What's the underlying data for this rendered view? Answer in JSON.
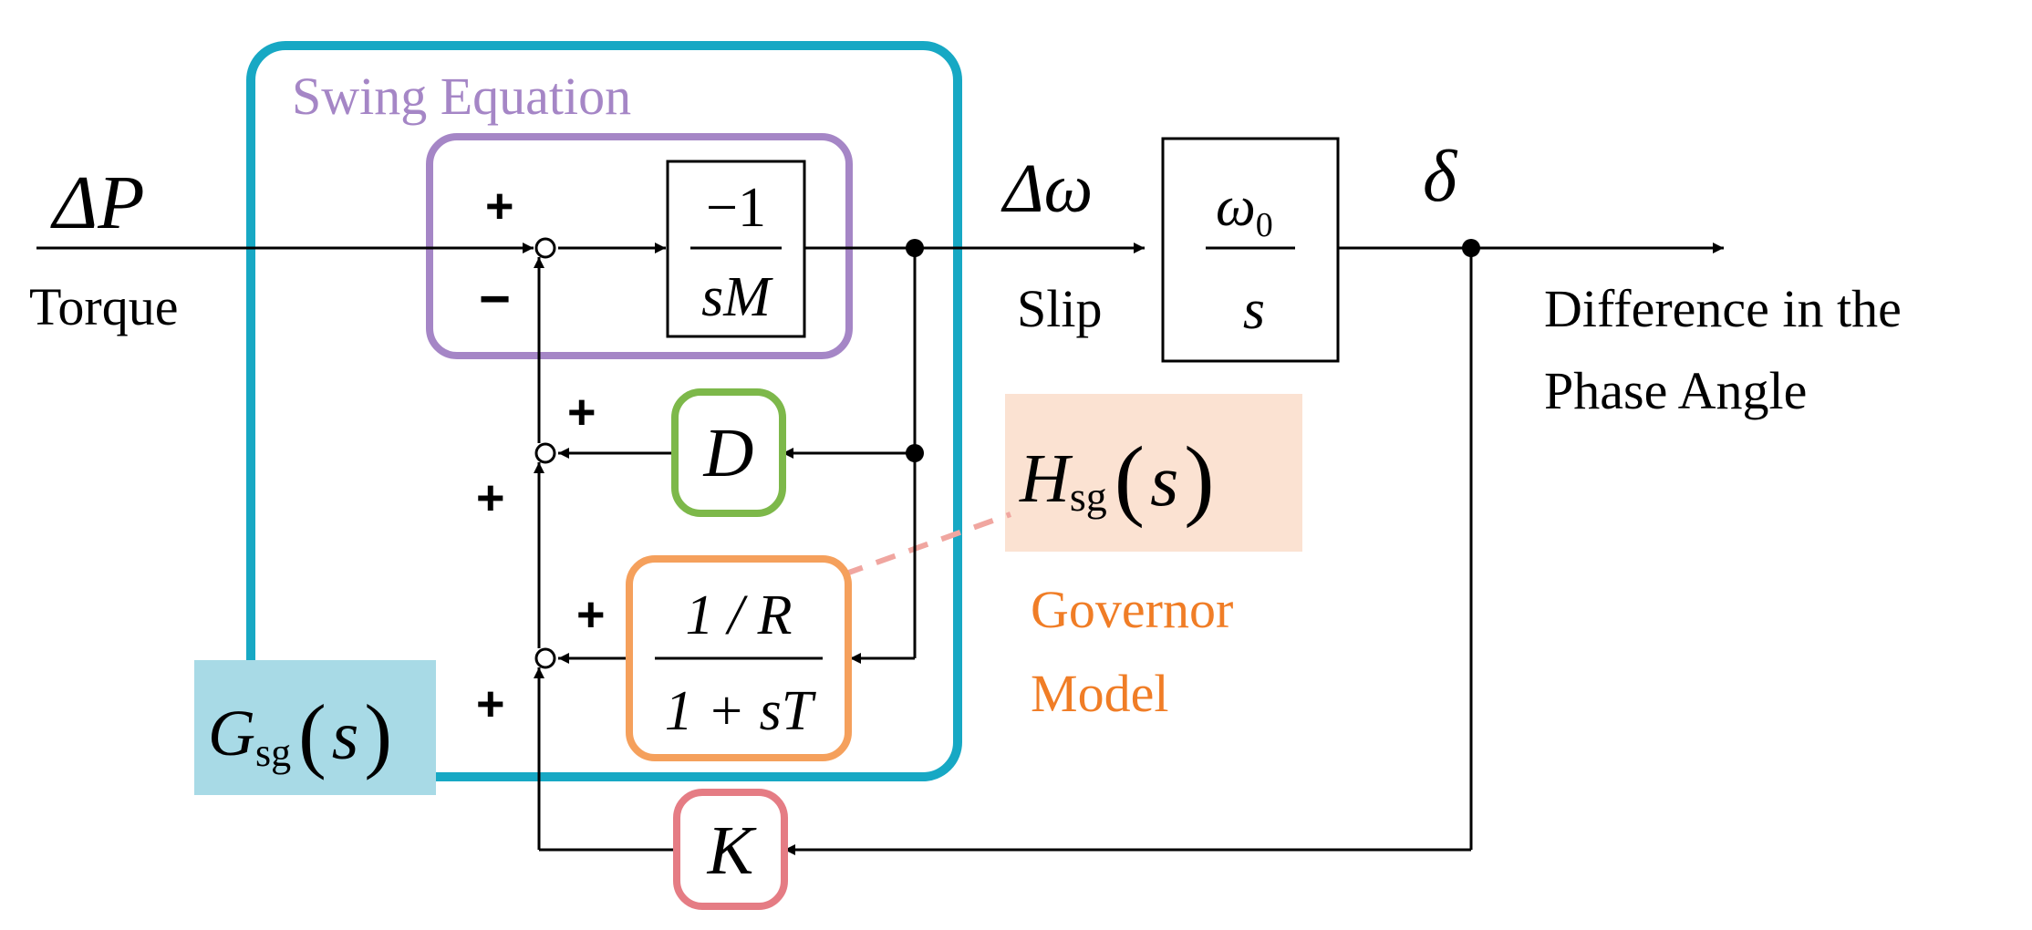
{
  "colors": {
    "gsg_frame": "#17a8c4",
    "gsg_fill": "#a8dae6",
    "swing": "#a586c6",
    "damping": "#7db84a",
    "governor": "#f5a05c",
    "governor_label": "#f07d26",
    "hsg_fill": "#fbe2d2",
    "stiffness": "#e57c84",
    "dash": "#f0a6a0",
    "ink": "#000000"
  },
  "labels": {
    "swing_equation": "Swing Equation",
    "delta_p": "ΔP",
    "torque": "Torque",
    "delta_omega": "Δω",
    "slip": "Slip",
    "delta": "δ",
    "phase_line1": "Difference in the",
    "phase_line2": "Phase Angle",
    "governor_line1": "Governor",
    "governor_line2": "Model",
    "gsg_main": "G",
    "gsg_sub": "sg",
    "gsg_arg": "s",
    "hsg_main": "H",
    "hsg_sub": "sg",
    "hsg_arg": "s"
  },
  "blocks": {
    "inertia": {
      "numerator": "−1",
      "denominator": "sM"
    },
    "integrator": {
      "numerator": "ω",
      "numerator_sub": "0",
      "denominator": "s"
    },
    "damping": "D",
    "governor": {
      "numerator": "1 / R",
      "denominator": "1 + sT"
    },
    "stiffness": "K"
  },
  "signs": {
    "sum1_top": "+",
    "sum1_bottom": "−",
    "sum2_right": "+",
    "sum2_bottom": "+",
    "sum3_right": "+",
    "sum3_bottom": "+"
  }
}
